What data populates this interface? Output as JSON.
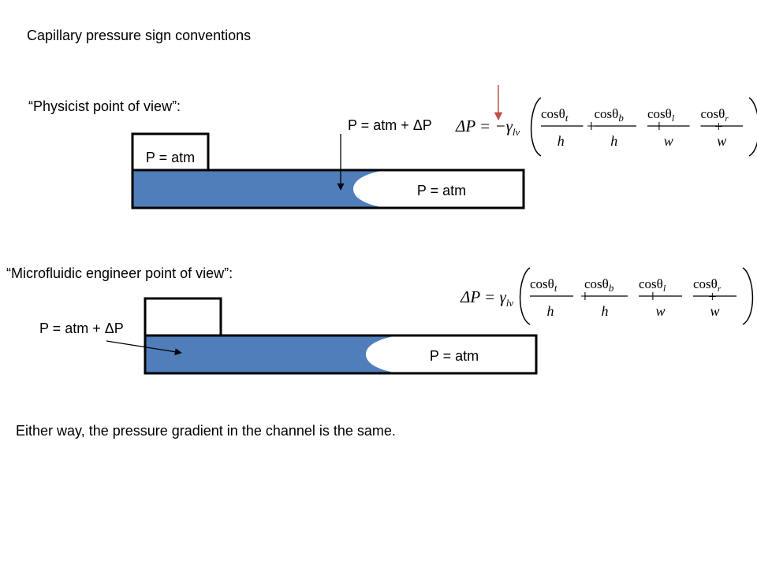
{
  "title": "Capillary pressure sign conventions",
  "physicist": {
    "heading": "“Physicist point of view”:",
    "reservoir_label": "P = atm",
    "outlet_label": "P = atm",
    "interface_label": "P = atm + ΔP",
    "equation": {
      "lhs": "ΔP = −γ",
      "sub": "lv",
      "terms": [
        {
          "num": "cosθ",
          "sub": "t",
          "den": "h"
        },
        {
          "num": "cosθ",
          "sub": "b",
          "den": "h"
        },
        {
          "num": "cosθ",
          "sub": "l",
          "den": "w"
        },
        {
          "num": "cosθ",
          "sub": "r",
          "den": "w"
        }
      ]
    }
  },
  "engineer": {
    "heading": "“Microfluidic engineer point of view”:",
    "inlet_label": "P = atm + ΔP",
    "outlet_label": "P = atm",
    "equation": {
      "lhs": "ΔP = γ",
      "sub": "lv",
      "terms": [
        {
          "num": "cosθ",
          "sub": "t",
          "den": "h"
        },
        {
          "num": "cosθ",
          "sub": "b",
          "den": "h"
        },
        {
          "num": "cosθ",
          "sub": "l",
          "den": "w"
        },
        {
          "num": "cosθ",
          "sub": "r",
          "den": "w"
        }
      ]
    }
  },
  "conclusion": "Either way, the pressure gradient in the channel is the same.",
  "colors": {
    "fluid": "#4f7ebb",
    "outline": "#000000",
    "highlight_arrow": "#c0504d"
  }
}
